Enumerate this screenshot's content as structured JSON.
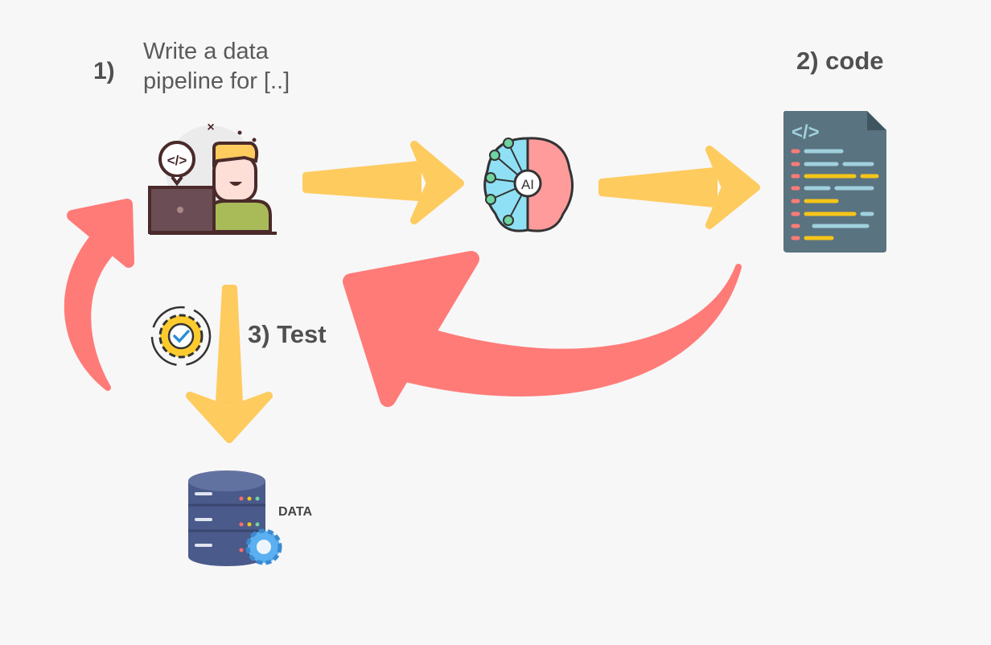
{
  "step1": {
    "label": "1)",
    "prompt_line1": "Write a data",
    "prompt_line2": "pipeline for [..]"
  },
  "step2": {
    "label": "2) code"
  },
  "step3": {
    "label": "3) Test"
  },
  "database": {
    "label": "DATA"
  },
  "ai": {
    "label": "AI"
  },
  "colors": {
    "background": "#f7f7f7",
    "forward_arrow": "#fecb5f",
    "feedback_arrow": "#ff7b78",
    "text": "#555555"
  },
  "icons": [
    "developer-laptop-icon",
    "ai-brain-icon",
    "code-file-icon",
    "test-gear-check-icon",
    "database-gear-icon"
  ]
}
